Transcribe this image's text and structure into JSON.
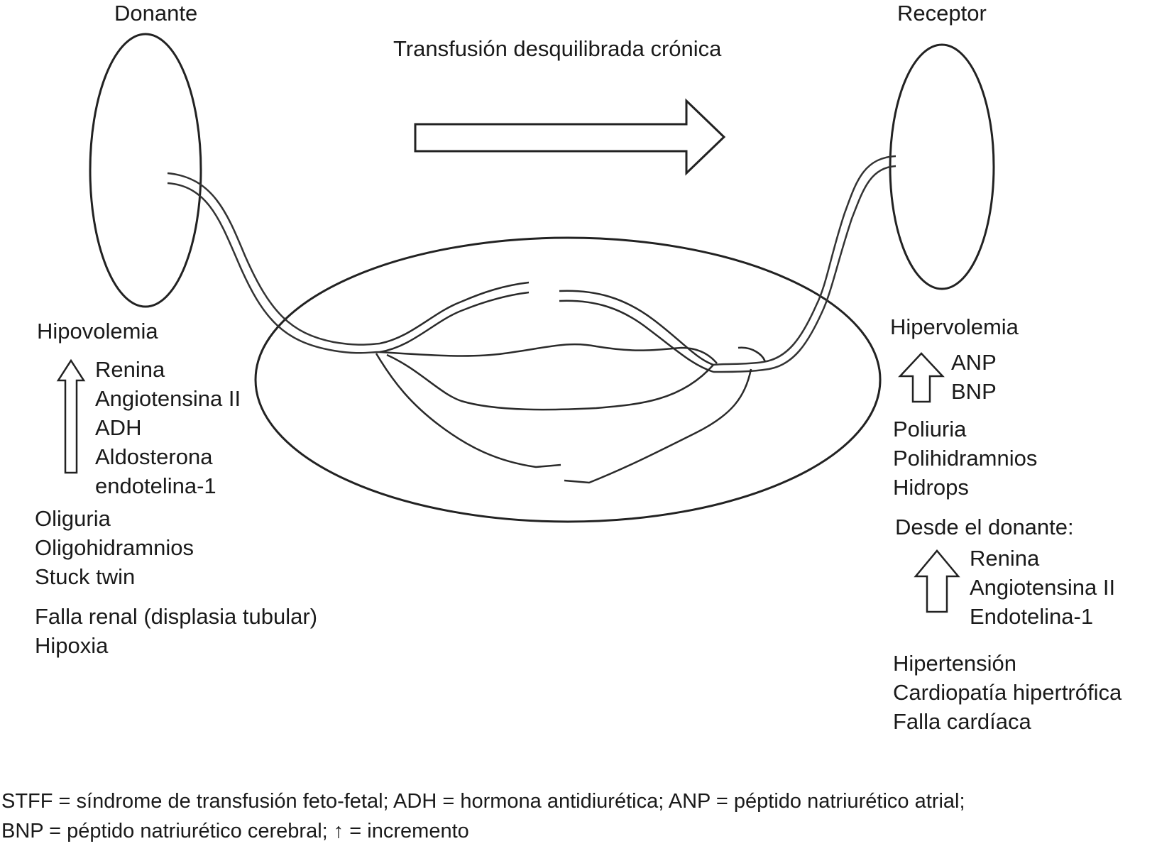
{
  "header": {
    "donor_label": "Donante",
    "recipient_label": "Receptor",
    "transfusion_label": "Transfusión desquilibrada crónica"
  },
  "donor": {
    "state": "Hipovolemia",
    "hormones": [
      "Renina",
      "Angiotensina II",
      "ADH",
      "Aldosterona",
      "endotelina-1"
    ],
    "effects": [
      "Oliguria",
      "Oligohidramnios",
      "Stuck twin"
    ],
    "complications": [
      "Falla renal (displasia tubular)",
      "Hipoxia"
    ]
  },
  "recipient": {
    "state": "Hipervolemia",
    "hormones": [
      "ANP",
      "BNP"
    ],
    "effects": [
      "Poliuria",
      "Polihidramnios",
      "Hidrops"
    ],
    "from_donor_label": "Desde el donante:",
    "from_donor_hormones": [
      "Renina",
      "Angiotensina II",
      "Endotelina-1"
    ],
    "complications": [
      "Hipertensión",
      "Cardiopatía hipertrófica",
      "Falla cardíaca"
    ]
  },
  "footnote": {
    "line1": "STFF = síndrome de transfusión feto-fetal; ADH = hormona antidiurética; ANP = péptido natriurético atrial;",
    "line2": "BNP = péptido natriurético cerebral; ↑ = incremento"
  }
}
